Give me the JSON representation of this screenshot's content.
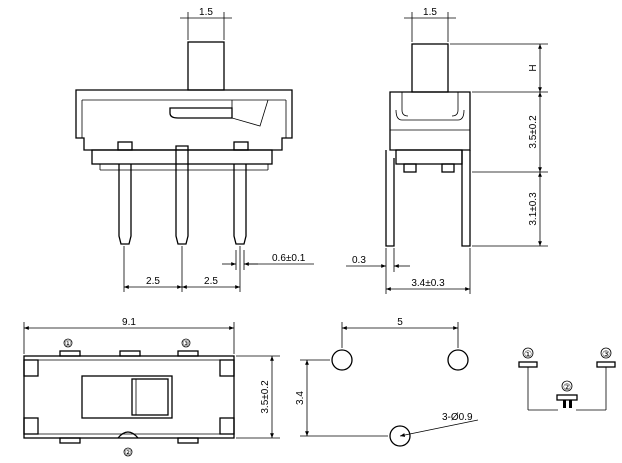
{
  "front_view": {
    "actuator_width": "1.5",
    "pitch_left": "2.5",
    "pitch_right": "2.5",
    "pin_width": "0.6±0.1"
  },
  "side_view": {
    "actuator_width": "1.5",
    "actuator_height": "H",
    "body_height": "3.5±0.2",
    "pin_length": "3.1±0.3",
    "pin_thickness": "0.3",
    "pin_spacing": "3.4±0.3"
  },
  "top_view": {
    "length": "9.1",
    "width": "3.5±0.2",
    "pin1_label": "①",
    "pin2_label": "②",
    "pin3_label": "③"
  },
  "footprint": {
    "hole_spacing_x": "5",
    "hole_spacing_y": "3.4",
    "hole_callout": "3-Ø0.9"
  },
  "schematic": {
    "pin1_label": "①",
    "pin2_label": "②",
    "pin3_label": "③"
  }
}
